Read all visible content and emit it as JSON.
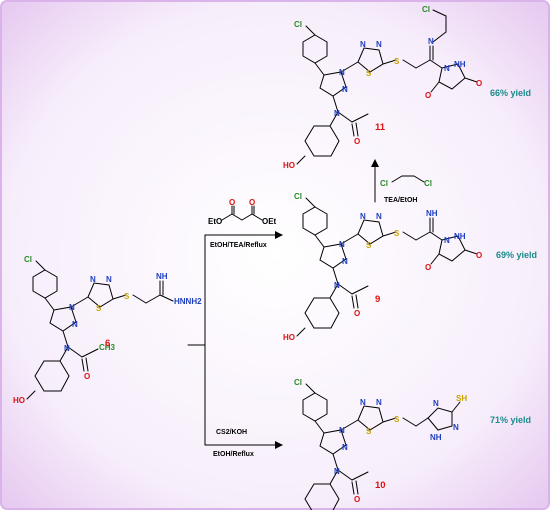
{
  "colors": {
    "nitrogen": "#1f3fbf",
    "oxygen": "#d11",
    "chlorine": "#2a8a2a",
    "sulfur": "#c8a200",
    "yield": "#1a8a8a",
    "compound_number": "#d11",
    "frame_border": "#d9b3ea"
  },
  "compounds": {
    "c6": {
      "number": "6",
      "side_chain": "HNNH2"
    },
    "c9": {
      "number": "9",
      "side_chain": "NH",
      "yield": "69% yield"
    },
    "c10": {
      "number": "10",
      "side_chain": "SH",
      "yield": "71% yield"
    },
    "c11": {
      "number": "11",
      "side_chain": "Cl",
      "yield": "66% yield"
    }
  },
  "atoms": {
    "chloro": "Cl",
    "sulfur": "S",
    "nitrogen": "N",
    "oxygen": "O",
    "hydroxy": "HO",
    "methyl": "CH3",
    "imino": "NH",
    "amine": "NH",
    "triazole_nh": "NH"
  },
  "reagents": {
    "diethyl_malonate": {
      "left": "EtO",
      "right": "OEt",
      "o1": "O",
      "o2": "O"
    },
    "cond_9": "EtOH/TEA/Reflux",
    "cond_10_line1": "CS2/KOH",
    "cond_10_line2": "EtOH/Reflux",
    "dichloropropane_cl1": "Cl",
    "dichloropropane_cl2": "Cl",
    "cond_11": "TEA/EtOH"
  }
}
